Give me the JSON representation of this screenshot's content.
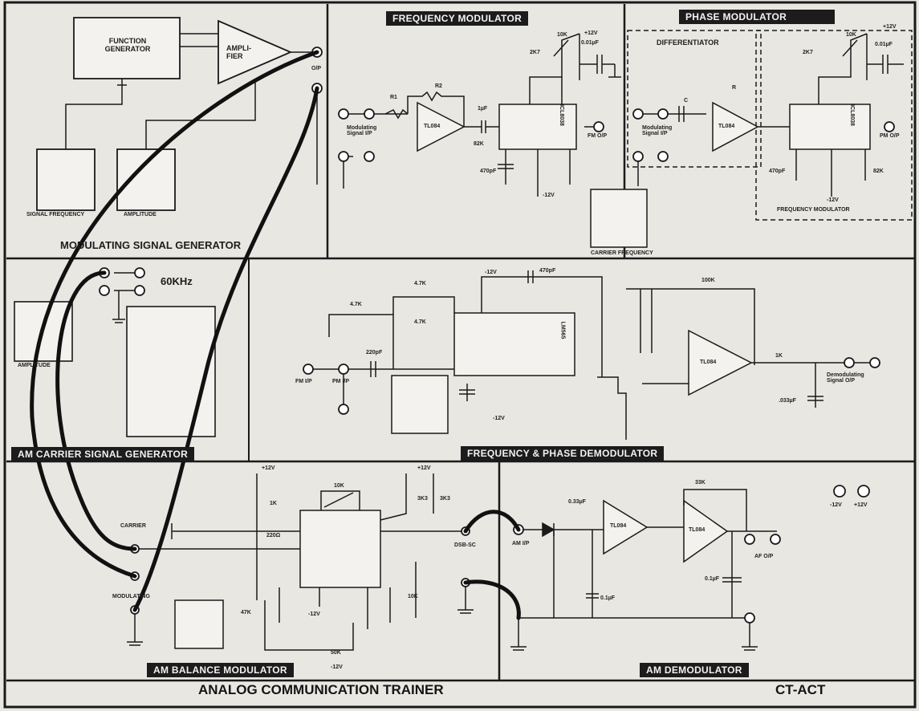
{
  "trainer": {
    "title": "ANALOG COMMUNICATION TRAINER",
    "model": "CT-ACT"
  },
  "sections": {
    "modulating": "MODULATING SIGNAL GENERATOR",
    "fm": "FREQUENCY MODULATOR",
    "pm": "PHASE MODULATOR",
    "carrier": "AM CARRIER SIGNAL GENERATOR",
    "demod": "FREQUENCY & PHASE DEMODULATOR",
    "balance": "AM BALANCE MODULATOR",
    "amdemod": "AM DEMODULATOR"
  },
  "blocks": {
    "function_generator": "FUNCTION GENERATOR",
    "amplifier": "AMPLI- FIER",
    "op": "O/P",
    "signal_freq": "SIGNAL FREQUENCY",
    "amplitude": "AMPLITUDE",
    "differentiator": "DIFFERENTIATOR",
    "fm_inner": "FREQUENCY MODULATOR",
    "carrier_freq": "CARRIER FREQUENCY",
    "freq_60k": "60KHz",
    "carrier_amp": "AMPLITUDE",
    "modulating_input": "Modulating Signal I/P",
    "fm_output": "FM O/P",
    "pm_output": "PM O/P",
    "fm_ip_1": "FM I/P",
    "fm_ip_2": "PM I/P",
    "demod_output": "Demodulating Signal O/P",
    "carrier_in": "CARRIER",
    "modulating_in": "MODULATING",
    "dsb_sc": "DSB-SC",
    "am_ip": "AM I/P",
    "af_op": "AF O/P",
    "minus12": "-12V",
    "plus12": "+12V"
  },
  "ics": {
    "tl084": "TL084",
    "icl8038": "ICL8038",
    "lm565": "LM565"
  },
  "values": {
    "v_plus": "+12V",
    "v_minus": "-12V",
    "r_2k7": "2K7",
    "r_10k": "10K",
    "c_001": "0.01µF",
    "r_82k": "82K",
    "c_470p": "470pF",
    "c_1u": "1µF",
    "r_4k7": "4.7K",
    "r_1k": "1K",
    "r_220": "220Ω",
    "r_3k3": "3K3",
    "r_33k": "33K",
    "c_033": "0.33µF",
    "c_01": "0.1µF",
    "c_220p": "220pF",
    "r_100k": "100K",
    "c_033b": ".033µF",
    "r_50k": "50K",
    "r_47k": "47K",
    "r_r1": "R1",
    "r_r2": "R2",
    "r_r": "R",
    "c_c": "C"
  }
}
